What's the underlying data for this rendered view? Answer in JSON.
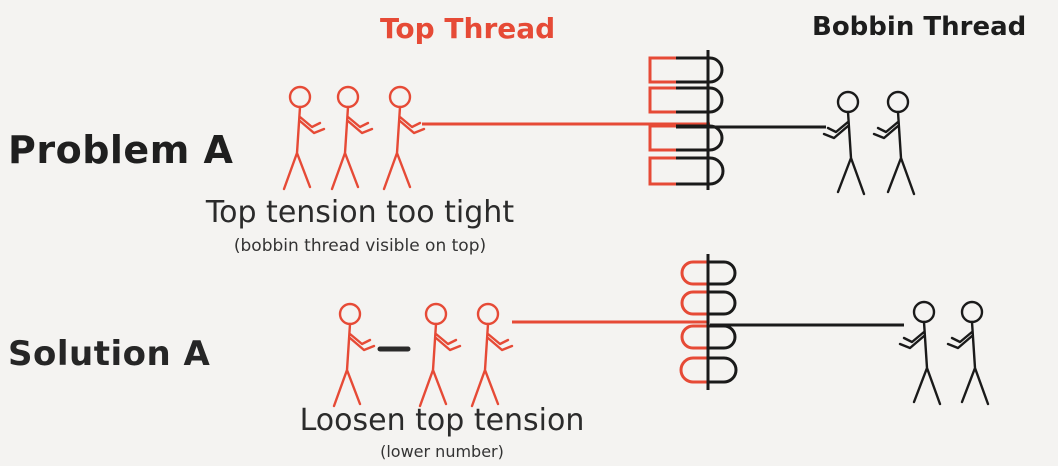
{
  "colors": {
    "top_thread": "#e64a36",
    "bobbin_thread": "#1a1a1a",
    "background": "#f4f3f1"
  },
  "headers": {
    "top_thread": "Top Thread",
    "bobbin_thread": "Bobbin Thread"
  },
  "problem": {
    "label": "Problem A",
    "caption": "Top tension too tight",
    "subcaption": "(bobbin thread visible on top)",
    "top_pullers": 3,
    "bobbin_pullers": 2,
    "loops": 4
  },
  "solution": {
    "label": "Solution A",
    "caption": "Loosen top tension",
    "subcaption": "(lower number)",
    "top_pullers_after_removal": 2,
    "removed_pullers": 1,
    "bobbin_pullers": 2,
    "loops": 4
  },
  "icons": [
    "stick-figure-icon",
    "minus-icon",
    "thread-loop-icon"
  ]
}
